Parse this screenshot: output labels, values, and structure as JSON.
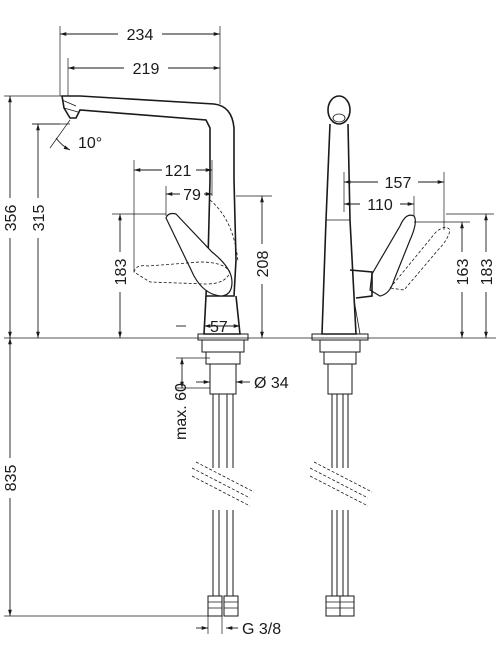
{
  "dimensions": {
    "d234": "234",
    "d219": "219",
    "d10deg": "10°",
    "d121": "121",
    "d79": "79",
    "d356": "356",
    "d315": "315",
    "d183_left": "183",
    "d208": "208",
    "d57": "57",
    "d60": "max. 60",
    "d34": "Ø 34",
    "d835": "835",
    "dG38": "G 3/8",
    "d157": "157",
    "d110": "110",
    "d163": "163",
    "d183_right": "183"
  }
}
